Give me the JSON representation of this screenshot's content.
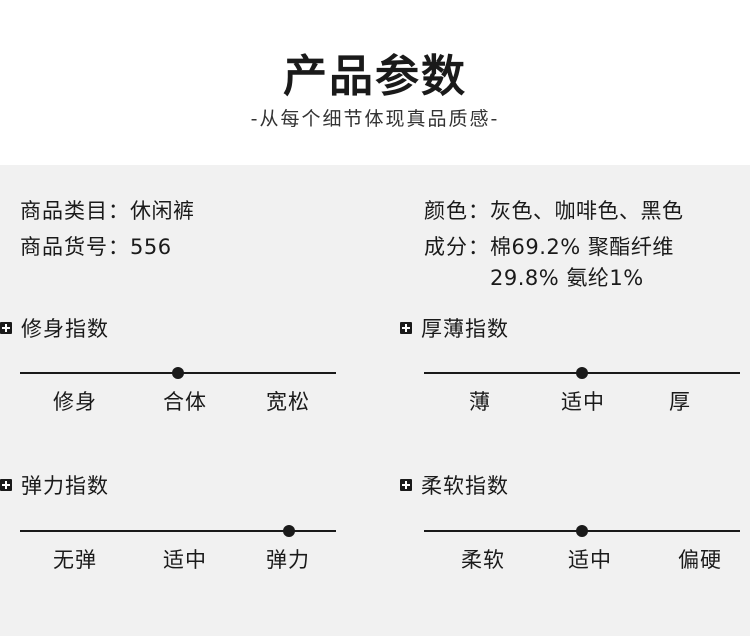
{
  "header": {
    "title": "产品参数",
    "subtitle": "-从每个细节体现真品质感-"
  },
  "info": {
    "category_label": "商品类目：",
    "category_value": "休闲裤",
    "sku_label": "商品货号：",
    "sku_value": "556",
    "color_label": "颜色：",
    "color_value": "灰色、咖啡色、黑色",
    "composition_label": "成分：",
    "composition_line1": "棉69.2% 聚酯纤维",
    "composition_line2": "29.8% 氨纶1%"
  },
  "scales": [
    {
      "title": "修身指数",
      "labels": [
        "修身",
        "合体",
        "宽松"
      ],
      "level": 0.5
    },
    {
      "title": "厚薄指数",
      "labels": [
        "薄",
        "适中",
        "厚"
      ],
      "level": 0.5
    },
    {
      "title": "弹力指数",
      "labels": [
        "无弹",
        "适中",
        "弹力"
      ],
      "level": 0.85
    },
    {
      "title": "柔软指数",
      "labels": [
        "柔软",
        "适中",
        "偏硬"
      ],
      "level": 0.5
    }
  ]
}
